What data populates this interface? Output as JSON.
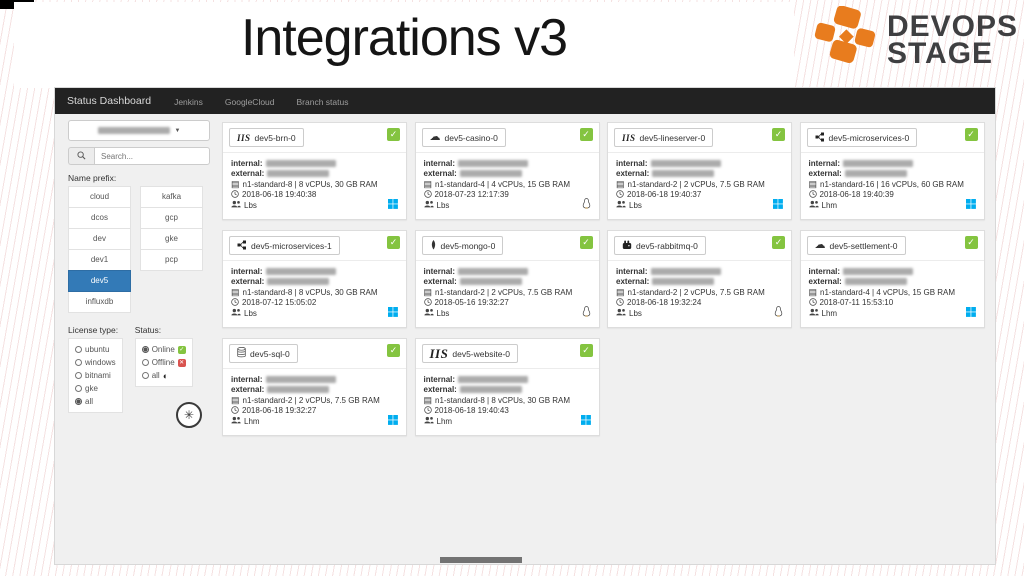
{
  "slide": {
    "title": "Integrations v3"
  },
  "logo": {
    "line1": "DEVOPS",
    "line2": "STAGE",
    "orange": "#e87c1e",
    "text_color": "#3f3f41"
  },
  "navbar": {
    "brand": "Status Dashboard",
    "items": [
      "Jenkins",
      "GoogleCloud",
      "Branch status"
    ]
  },
  "sidebar": {
    "project_dropdown": {
      "redacted": true,
      "caret": "▼"
    },
    "search": {
      "placeholder": "Search..."
    },
    "name_prefix_label": "Name prefix:",
    "prefix_columns": [
      [
        "cloud",
        "dcos",
        "dev",
        "dev1",
        "dev5",
        "influxdb"
      ],
      [
        "kafka",
        "gcp",
        "gke",
        "pcp"
      ]
    ],
    "selected_prefix": "dev5",
    "license": {
      "label": "License type:",
      "options": [
        "ubuntu",
        "windows",
        "bitnami",
        "gke",
        "all"
      ],
      "selected": "all"
    },
    "status": {
      "label": "Status:",
      "options": [
        {
          "label": "Online",
          "icon": "check"
        },
        {
          "label": "Offline",
          "icon": "cross"
        },
        {
          "label": "all",
          "icon": "half"
        }
      ],
      "selected": "Online",
      "glyphs": {
        "check": "✓",
        "cross": "✕",
        "half": "◐"
      }
    },
    "empire_glyph": "✳"
  },
  "card_labels": {
    "internal": "internal:",
    "external": "external:",
    "status_glyph": "✓"
  },
  "cards": [
    {
      "name": "dev5-brn-0",
      "icon": "iis",
      "spec": "n1-standard-8 | 8 vCPUs, 30 GB RAM",
      "created": "2018-06-18 19:40:38",
      "owner": "Lbs",
      "os": "windows"
    },
    {
      "name": "dev5-casino-0",
      "icon": "cloud",
      "spec": "n1-standard-4 | 4 vCPUs, 15 GB RAM",
      "created": "2018-07-23 12:17:39",
      "owner": "Lbs",
      "os": "linux"
    },
    {
      "name": "dev5-lineserver-0",
      "icon": "iis",
      "spec": "n1-standard-2 | 2 vCPUs, 7.5 GB RAM",
      "created": "2018-06-18 19:40:37",
      "owner": "Lbs",
      "os": "windows"
    },
    {
      "name": "dev5-microservices-0",
      "icon": "nodes",
      "spec": "n1-standard-16 | 16 vCPUs, 60 GB RAM",
      "created": "2018-06-18 19:40:39",
      "owner": "Lhm",
      "os": "windows"
    },
    {
      "name": "dev5-microservices-1",
      "icon": "nodes",
      "spec": "n1-standard-8 | 8 vCPUs, 30 GB RAM",
      "created": "2018-07-12 15:05:02",
      "owner": "Lbs",
      "os": "windows"
    },
    {
      "name": "dev5-mongo-0",
      "icon": "mongo",
      "spec": "n1-standard-2 | 2 vCPUs, 7.5 GB RAM",
      "created": "2018-05-16 19:32:27",
      "owner": "Lbs",
      "os": "linux"
    },
    {
      "name": "dev5-rabbitmq-0",
      "icon": "rabbit",
      "spec": "n1-standard-2 | 2 vCPUs, 7.5 GB RAM",
      "created": "2018-06-18 19:32:24",
      "owner": "Lbs",
      "os": "linux"
    },
    {
      "name": "dev5-settlement-0",
      "icon": "cloud",
      "spec": "n1-standard-4 | 4 vCPUs, 15 GB RAM",
      "created": "2018-07-11 15:53:10",
      "owner": "Lhm",
      "os": "windows"
    },
    {
      "name": "dev5-sql-0",
      "icon": "db",
      "spec": "n1-standard-2 | 2 vCPUs, 7.5 GB RAM",
      "created": "2018-06-18 19:32:27",
      "owner": "Lhm",
      "os": "windows"
    },
    {
      "name": "dev5-website-0",
      "icon": "iis-big",
      "spec": "n1-standard-8 | 8 vCPUs, 30 GB RAM",
      "created": "2018-06-18 19:40:43",
      "owner": "Lhm",
      "os": "windows"
    }
  ],
  "colors": {
    "accent_blue": "#337ab7",
    "ok_green": "#84c440",
    "offline_red": "#d9534f",
    "windows_blue": "#00adef",
    "navbar_dark": "#222222",
    "logo_orange": "#e87c1e"
  }
}
